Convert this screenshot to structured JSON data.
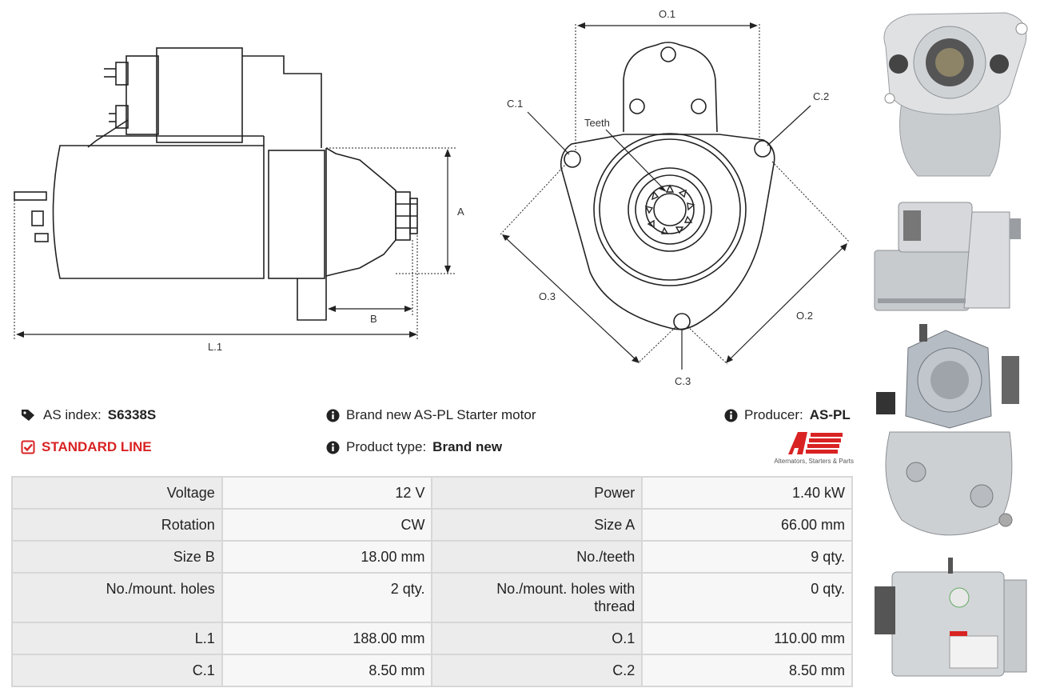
{
  "drawing": {
    "side_labels": {
      "a": "A",
      "b": "B",
      "l1": "L.1"
    },
    "front_labels": {
      "o1": "O.1",
      "o2": "O.2",
      "o3": "O.3",
      "c1": "C.1",
      "c2": "C.2",
      "c3": "C.3",
      "teeth": "Teeth"
    }
  },
  "info": {
    "as_index_label": "AS index:",
    "as_index_value": "S6338S",
    "line_label": "STANDARD LINE",
    "description": "Brand new AS-PL Starter motor",
    "product_type_label": "Product type:",
    "product_type_value": "Brand new",
    "producer_label": "Producer:",
    "producer_value": "AS-PL",
    "logo_tagline": "Alternators, Starters & Parts"
  },
  "specs": [
    {
      "l1": "Voltage",
      "v1": "12 V",
      "l2": "Power",
      "v2": "1.40 kW"
    },
    {
      "l1": "Rotation",
      "v1": "CW",
      "l2": "Size A",
      "v2": "66.00 mm"
    },
    {
      "l1": "Size B",
      "v1": "18.00 mm",
      "l2": "No./teeth",
      "v2": "9 qty."
    },
    {
      "l1": "No./mount. holes",
      "v1": "2 qty.",
      "l2": "No./mount. holes with thread",
      "v2": "0 qty."
    },
    {
      "l1": "L.1",
      "v1": "188.00 mm",
      "l2": "O.1",
      "v2": "110.00 mm"
    },
    {
      "l1": "C.1",
      "v1": "8.50 mm",
      "l2": "C.2",
      "v2": "8.50 mm"
    }
  ],
  "colors": {
    "accent_red": "#d92323",
    "table_label_bg": "#ececec",
    "table_value_bg": "#f7f7f7"
  }
}
